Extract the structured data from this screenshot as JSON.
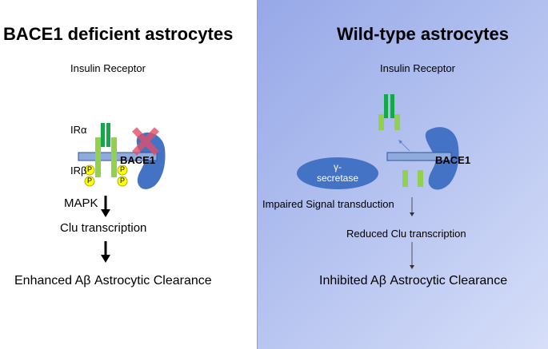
{
  "left": {
    "title": "BACE1 deficient astrocytes",
    "receptor_label": "Insulin Receptor",
    "ir_alpha": "IRα",
    "ir_beta": "IRβ",
    "bace1": "BACE1",
    "phospho": [
      "P",
      "P",
      "P",
      "P"
    ],
    "mapk": "MAPK",
    "clu": "Clu transcription",
    "outcome": "Enhanced Aβ Astrocytic Clearance"
  },
  "right": {
    "title": "Wild-type astrocytes",
    "receptor_label": "Insulin Receptor",
    "gamma": "γ-\nsecretase",
    "bace1": "BACE1",
    "signal": "Impaired Signal transduction",
    "clu": "Reduced Clu transcription",
    "outcome": "Inhibited Aβ Astrocytic Clearance"
  },
  "colors": {
    "receptor_dark": "#14a84a",
    "receptor_light": "#92d050",
    "bar_fill": "#8faadc",
    "bar_stroke": "#2f5597",
    "bace_blob": "#4472c4",
    "cross": "#e0506a",
    "phospho": "#ffff00",
    "gamma": "#4472c4",
    "panel_bg": "#b4c2ef"
  }
}
